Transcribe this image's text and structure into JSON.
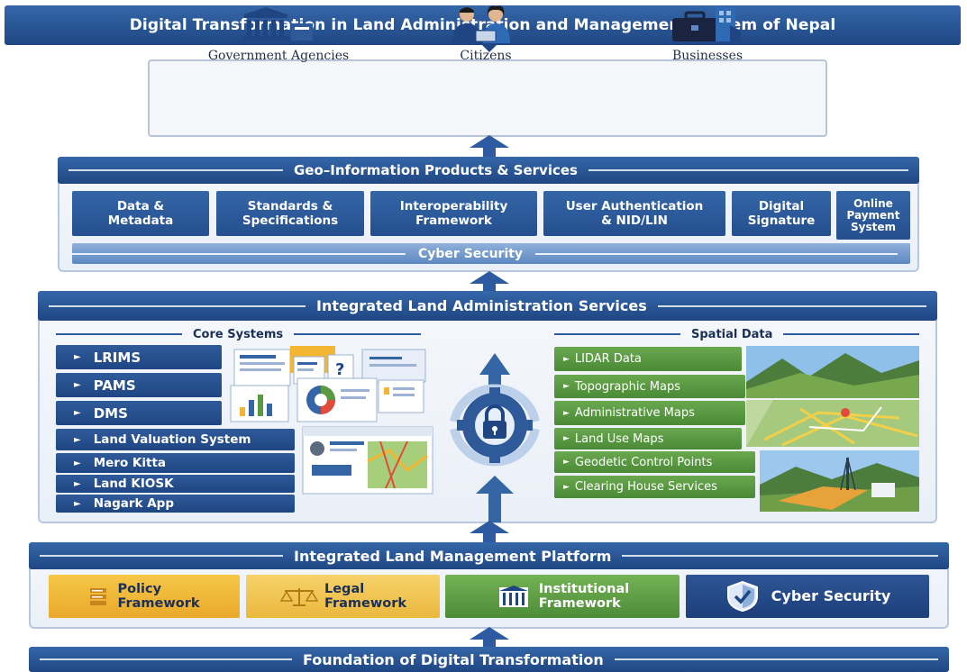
{
  "title": "Digital Transformation in Land Administration and Management System of Nepal",
  "stakeholders": [
    {
      "label": "Government Agencies",
      "icon": "government-building-icon"
    },
    {
      "label": "Citizens",
      "icon": "citizens-icon"
    },
    {
      "label": "Businesses",
      "icon": "business-icon"
    }
  ],
  "geo": {
    "title": "Geo–Information Products & Services",
    "services": [
      {
        "line1": "Data &",
        "line2": "Metadata"
      },
      {
        "line1": "Standards &",
        "line2": "Specifications"
      },
      {
        "line1": "Interoperability",
        "line2": "Framework"
      },
      {
        "line1": "User Authentication",
        "line2": "& NID/LIN"
      },
      {
        "line1": "Digital",
        "line2": "Signature"
      },
      {
        "line1": "Online",
        "line2": "Payment",
        "line3": "System"
      }
    ],
    "cyber": "Cyber Security"
  },
  "ila": {
    "title": "Integrated Land Administration Services",
    "core_title": "Core Systems",
    "core": [
      "LRIMS",
      "PAMS",
      "DMS",
      "Land Valuation System",
      "Mero Kitta",
      "Land KIOSK",
      "Nagark App"
    ],
    "spatial_title": "Spatial Data",
    "spatial": [
      "LIDAR Data",
      "Topographic Maps",
      "Administrative Maps",
      "Land Use Maps",
      "Geodetic Control Points",
      "Clearing House Services"
    ],
    "bullet": "►"
  },
  "platform": {
    "title": "Integrated Land Management Platform",
    "frameworks": [
      {
        "line1": "Policy",
        "line2": "Framework"
      },
      {
        "line1": "Legal",
        "line2": "Framework"
      },
      {
        "line1": "Institutional",
        "line2": "Framework"
      },
      {
        "line1": "Cyber Security",
        "line2": ""
      }
    ]
  },
  "foundation": {
    "title": "Foundation of Digital Transformation"
  },
  "colors": {
    "navy": "#1f4683",
    "blue": "#3466a6",
    "green": "#5a9a42",
    "gold": "#f2b632"
  }
}
